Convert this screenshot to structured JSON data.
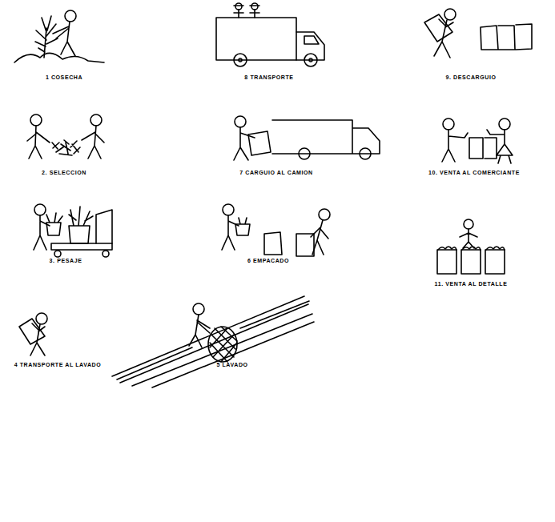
{
  "diagram": {
    "labels": [
      "1 COSECHA",
      "8 TRANSPORTE",
      "9. DESCARGUIO",
      "2. SELECCION",
      "7 CARGUIO AL CAMION",
      "10. VENTA AL COMERCIANTE",
      "3. PESAJE",
      "6 EMPACADO",
      "11. VENTA AL DETALLE",
      "4 TRANSPORTE AL LAVADO",
      "5 LAVADO"
    ]
  }
}
